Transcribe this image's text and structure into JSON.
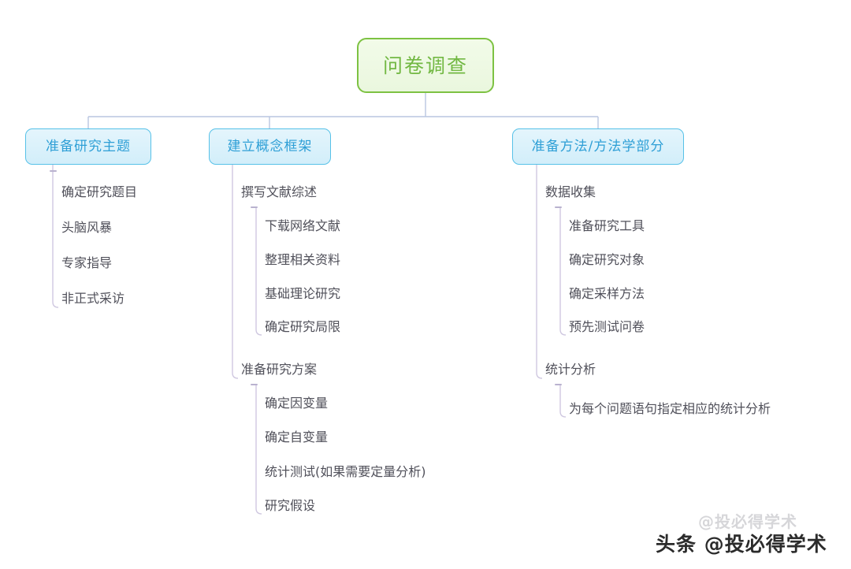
{
  "diagram": {
    "type": "mind-map",
    "background": "#ffffff",
    "root": {
      "label": "问卷调查",
      "border_color": "#7dc242",
      "fill_color": "#eef9e6",
      "text_color": "#72b843"
    },
    "branch_style": {
      "border_color": "#57c1e8",
      "fill_color": "#dff3fb",
      "text_color": "#2e9fd6"
    },
    "topic_style": {
      "text_color": "#50505a",
      "connector_color": "#cfc8e0"
    },
    "branches": [
      {
        "label": "准备研究主题",
        "children": [
          {
            "label": "确定研究题目",
            "children": []
          },
          {
            "label": "头脑风暴",
            "children": []
          },
          {
            "label": "专家指导",
            "children": []
          },
          {
            "label": "非正式采访",
            "children": []
          }
        ]
      },
      {
        "label": "建立概念框架",
        "children": [
          {
            "label": "撰写文献综述",
            "children": [
              {
                "label": "下载网络文献"
              },
              {
                "label": "整理相关资料"
              },
              {
                "label": "基础理论研究"
              },
              {
                "label": "确定研究局限"
              }
            ]
          },
          {
            "label": "准备研究方案",
            "children": [
              {
                "label": "确定因变量"
              },
              {
                "label": "确定自变量"
              },
              {
                "label": "统计测试(如果需要定量分析)"
              },
              {
                "label": "研究假设"
              }
            ]
          }
        ]
      },
      {
        "label": "准备方法/方法学部分",
        "children": [
          {
            "label": "数据收集",
            "children": [
              {
                "label": "准备研究工具"
              },
              {
                "label": "确定研究对象"
              },
              {
                "label": "确定采样方法"
              },
              {
                "label": "预先测试问卷"
              }
            ]
          },
          {
            "label": "统计分析",
            "children": [
              {
                "label": "为每个问题语句指定相应的统计分析"
              }
            ]
          }
        ]
      }
    ]
  },
  "watermark": {
    "main": "头条 @投必得学术",
    "ghost": "@投必得学术"
  }
}
